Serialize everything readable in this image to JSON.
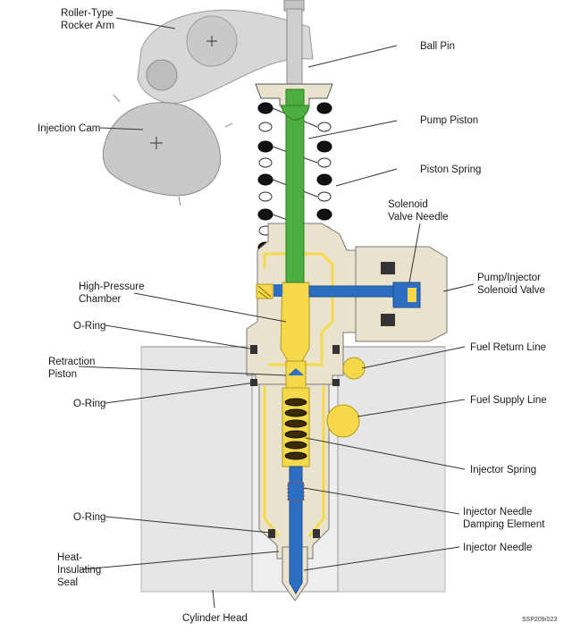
{
  "colors": {
    "background": "#ffffff",
    "head": "#e6e6e6",
    "housing": "#e9e2cc",
    "rocker": "#d7d7d7",
    "piston": "#4cae3f",
    "fuel_blue": "#2c6fc2",
    "fuel_yellow": "#f5d94a",
    "spring_dark": "#111111"
  },
  "labels": {
    "roller_rocker": [
      "Roller-Type",
      "Rocker Arm"
    ],
    "injection_cam": "Injection Cam",
    "ball_pin": "Ball Pin",
    "pump_piston": "Pump Piston",
    "piston_spring": "Piston Spring",
    "solenoid_needle": [
      "Solenoid",
      "Valve Needle"
    ],
    "solenoid_valve": [
      "Pump/Injector",
      "Solenoid Valve"
    ],
    "high_pressure": [
      "High-Pressure",
      "Chamber"
    ],
    "o_ring_1": "O-Ring",
    "retraction_piston": [
      "Retraction",
      "Piston"
    ],
    "o_ring_2": "O-Ring",
    "fuel_return": "Fuel Return Line",
    "fuel_supply": "Fuel Supply Line",
    "injector_spring": "Injector Spring",
    "needle_damping": [
      "Injector Needle",
      "Damping Element"
    ],
    "o_ring_3": "O-Ring",
    "heat_seal": [
      "Heat-",
      "Insulating",
      "Seal"
    ],
    "injector_needle": "Injector Needle",
    "cylinder_head": "Cylinder Head",
    "figure_code": "SSP209/023"
  }
}
